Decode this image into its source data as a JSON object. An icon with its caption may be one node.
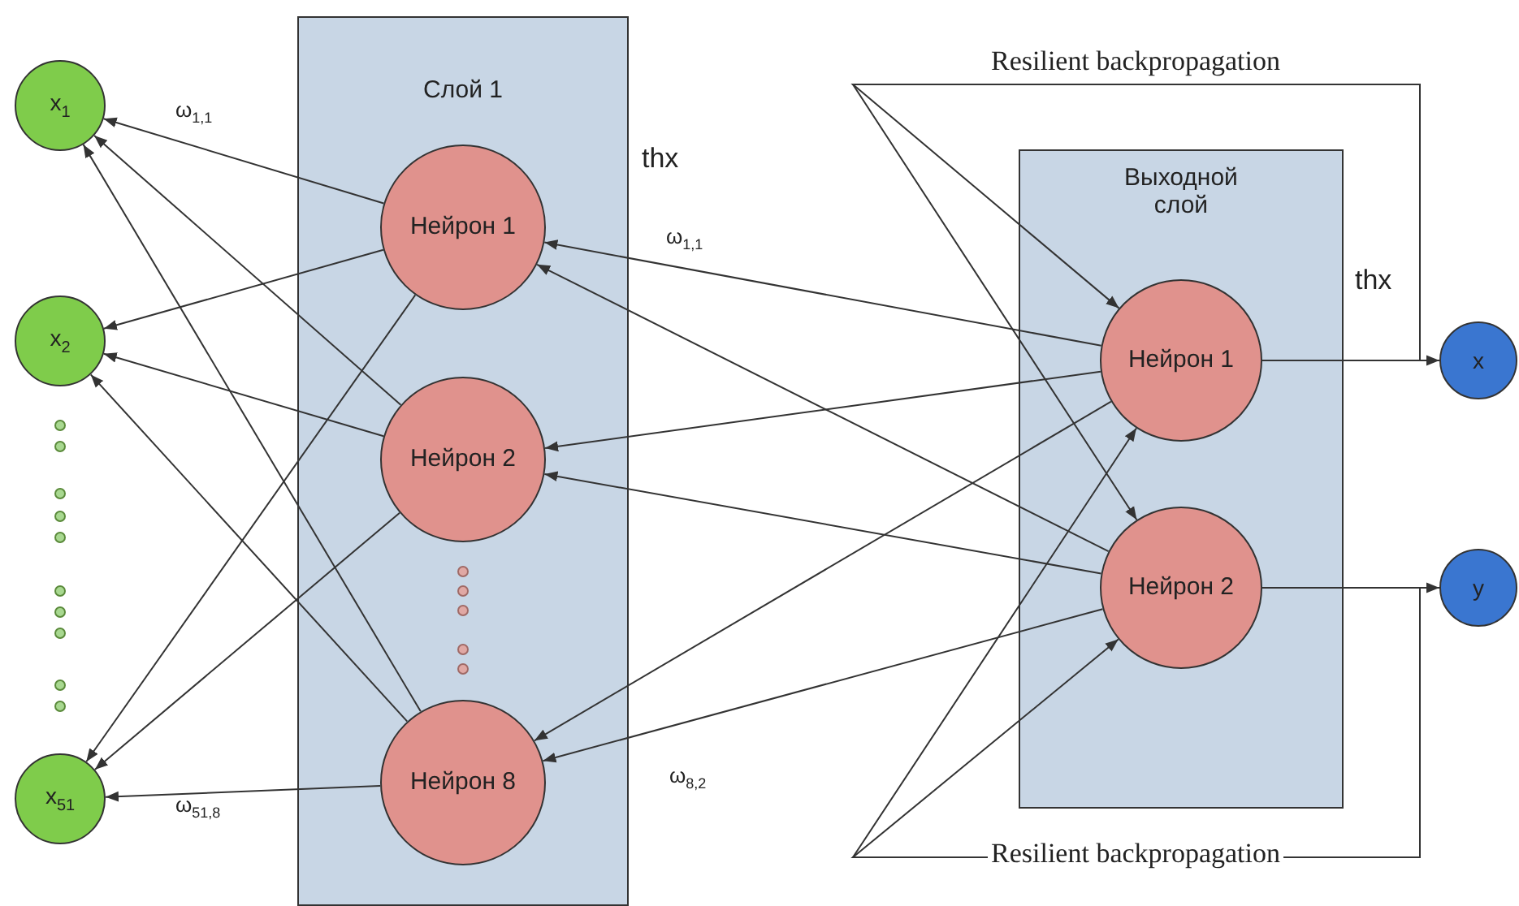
{
  "diagram": {
    "nodes": [
      {
        "text": [
          "x$_{1}$"
        ]
      },
      {
        "text": [
          "x$_{2}$"
        ]
      },
      {
        "text": [
          "x$_{51}$"
        ]
      },
      {
        "text": [
          "Слой 1"
        ]
      },
      {
        "text": [
          "Нейрон 1"
        ],
        "in": 3
      },
      {
        "text": [
          "Нейрон 2"
        ],
        "in": 3
      },
      {
        "text": [
          "Нейрон 8"
        ],
        "in": 3
      },
      {
        "text": [
          "Выходной слой"
        ]
      },
      {
        "text": [
          "Нейрон 1"
        ],
        "in": 7
      },
      {
        "text": [
          "Нейрон 2"
        ],
        "in": 7
      },
      {
        "text": [
          "x"
        ]
      },
      {
        "text": [
          "y"
        ]
      }
    ],
    "edges": [
      {
        "from": 4,
        "to": 0,
        "arrow": "to",
        "label": "ω$_{1,1}$"
      },
      {
        "from": 4,
        "to": 1,
        "arrow": "to"
      },
      {
        "from": 4,
        "to": 2,
        "arrow": "to"
      },
      {
        "from": 5,
        "to": 0,
        "arrow": "to"
      },
      {
        "from": 5,
        "to": 1,
        "arrow": "to"
      },
      {
        "from": 5,
        "to": 2,
        "arrow": "to"
      },
      {
        "from": 6,
        "to": 0,
        "arrow": "to"
      },
      {
        "from": 6,
        "to": 1,
        "arrow": "to"
      },
      {
        "from": 6,
        "to": 2,
        "arrow": "to",
        "label": "ω$_{51,8}$"
      },
      {
        "from": 8,
        "to": 4,
        "arrow": "to",
        "label": "ω$_{1,1}$"
      },
      {
        "from": 8,
        "to": 5,
        "arrow": "to"
      },
      {
        "from": 8,
        "to": 6,
        "arrow": "to"
      },
      {
        "from": 9,
        "to": 4,
        "arrow": "to"
      },
      {
        "from": 9,
        "to": 5,
        "arrow": "to"
      },
      {
        "from": 9,
        "to": 6,
        "arrow": "to",
        "label": "ω$_{8,2}$"
      },
      {
        "from": 8,
        "to": 10,
        "arrow": "to",
        "label": "thx"
      },
      {
        "from": 9,
        "to": 11,
        "arrow": "to"
      },
      {
        "from": 10,
        "to": 8,
        "arrow": "to",
        "label": "Resilient backpropagation"
      },
      {
        "from": 10,
        "to": 9,
        "arrow": "to"
      },
      {
        "from": 11,
        "to": 9,
        "arrow": "to",
        "label": "Resilient backpropagation"
      },
      {
        "from": 11,
        "to": 8,
        "arrow": "to"
      }
    ],
    "labels": [
      "thx"
    ]
  }
}
